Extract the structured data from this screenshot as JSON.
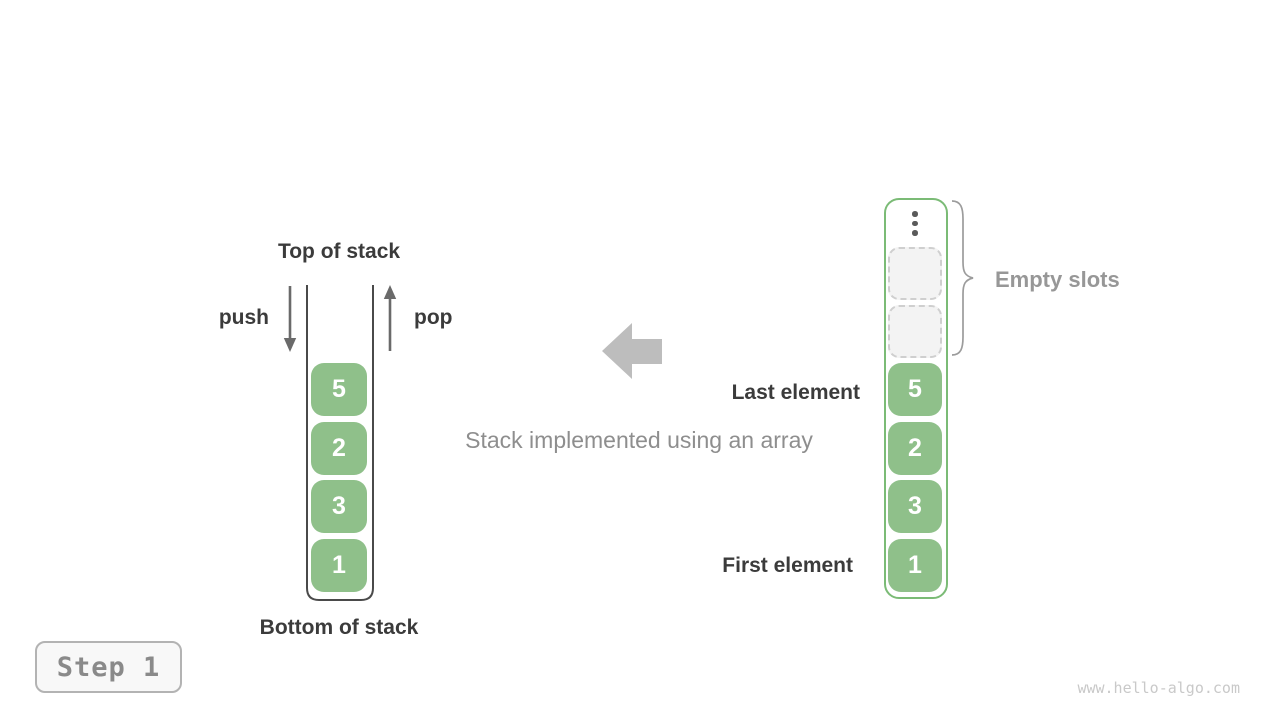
{
  "colors": {
    "element_green": "#8FC08A",
    "array_border_green": "#7BBB76",
    "label_dark": "#3B3B3B",
    "label_gray": "#979797",
    "block_arrow_gray": "#BDBDBD",
    "watermark_gray": "#C9C9C9"
  },
  "stack": {
    "top_label": "Top of stack",
    "bottom_label": "Bottom of stack",
    "push_label": "push",
    "pop_label": "pop",
    "values": [
      "5",
      "2",
      "3",
      "1"
    ]
  },
  "caption": "Stack implemented using an array",
  "array": {
    "ellipsis_icon": "vertical-ellipsis-icon",
    "empty_slot_count": 2,
    "empty_slots_label": "Empty slots",
    "last_element_label": "Last element",
    "first_element_label": "First element",
    "values": [
      "5",
      "2",
      "3",
      "1"
    ]
  },
  "step_badge": {
    "label": "Step 1"
  },
  "watermark": "www.hello-algo.com"
}
